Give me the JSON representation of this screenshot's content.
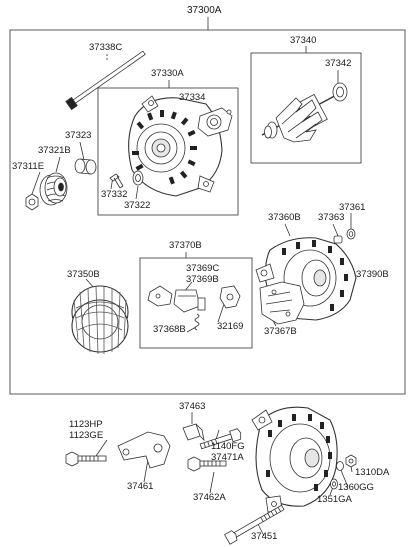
{
  "diagram": {
    "assembly_label": "37300A",
    "labels": {
      "p37338c": "37338C",
      "p37330a": "37330A",
      "p37340": "37340",
      "p37342": "37342",
      "p37334": "37334",
      "p37323": "37323",
      "p37321b": "37321B",
      "p37311e": "37311E",
      "p37332": "37332",
      "p37322": "37322",
      "p37360b": "37360B",
      "p37361": "37361",
      "p37363": "37363",
      "p37390b": "37390B",
      "p37370b": "37370B",
      "p37369c": "37369C",
      "p37369b": "37369B",
      "p37350b": "37350B",
      "p37368b": "37368B",
      "p32169": "32169",
      "p37367b": "37367B",
      "p37463": "37463",
      "p1123hp": "1123HP",
      "p1123ge": "1123GE",
      "p1140fg": "1140FG",
      "p37471a": "37471A",
      "p1310da": "1310DA",
      "p1360gg": "1360GG",
      "p37461": "37461",
      "p37462a": "37462A",
      "p1351ga": "1351GA",
      "p37451": "37451"
    },
    "colors": {
      "line": "#333333",
      "label_text": "#1a1a1a",
      "part_fill": "#ffffff",
      "shade": "#bfbfbf"
    }
  }
}
